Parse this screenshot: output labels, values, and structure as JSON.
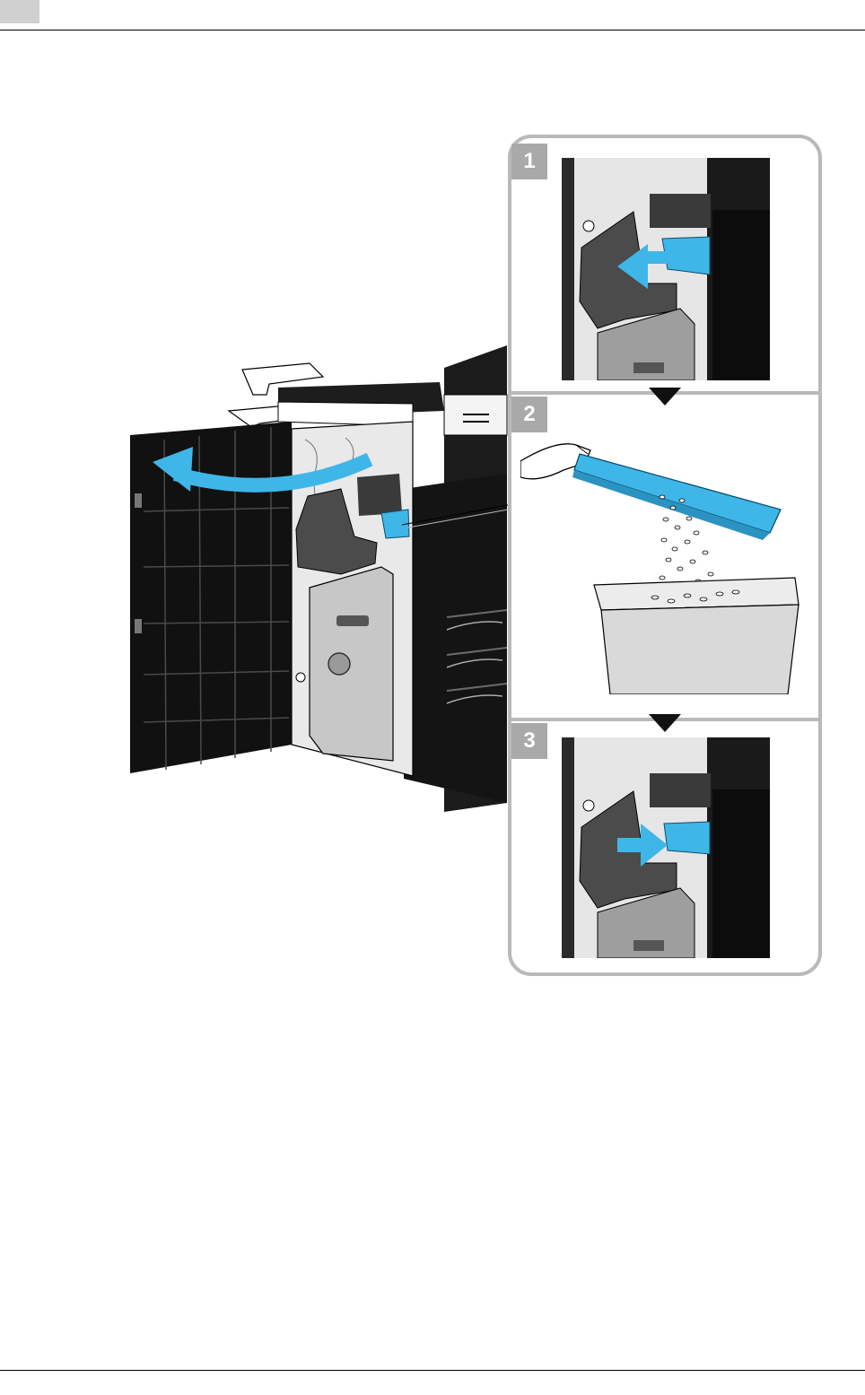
{
  "page": {
    "header_tab_color": "#d0d0d0",
    "accent_color": "#3fb6e8"
  },
  "illustration": {
    "main_scene": "finisher-open-front-door",
    "steps": [
      {
        "number": "1",
        "icon": "punch-scrap-box-pull-out"
      },
      {
        "number": "2",
        "icon": "empty-punch-scraps-into-bin"
      },
      {
        "number": "3",
        "icon": "punch-scrap-box-push-in"
      }
    ]
  }
}
